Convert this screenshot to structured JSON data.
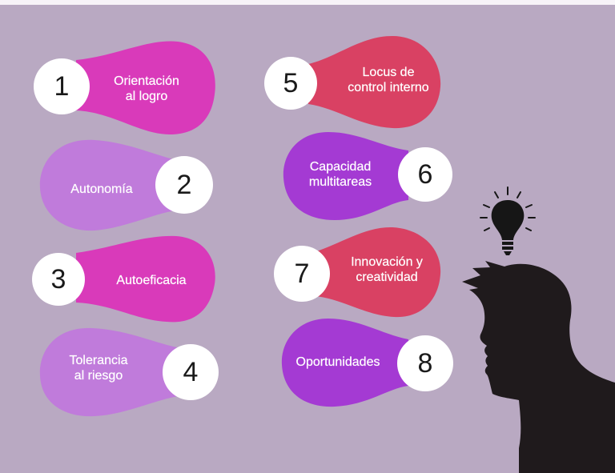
{
  "items": [
    {
      "number": "1",
      "label": "Orientación\nal logro",
      "color": "#d93aba"
    },
    {
      "number": "2",
      "label": "Autonomía",
      "color": "#c07bdb"
    },
    {
      "number": "3",
      "label": "Autoeficacia",
      "color": "#d93aba"
    },
    {
      "number": "4",
      "label": "Tolerancia\nal riesgo",
      "color": "#c07bdb"
    },
    {
      "number": "5",
      "label": "Locus de\ncontrol interno",
      "color": "#d94163"
    },
    {
      "number": "6",
      "label": "Capacidad\nmultitareas",
      "color": "#a43ad3"
    },
    {
      "number": "7",
      "label": "Innovación y\ncreatividad",
      "color": "#d94163"
    },
    {
      "number": "8",
      "label": "Oportunidades",
      "color": "#a43ad3"
    }
  ],
  "colors": {
    "background": "#b9a9c2",
    "silhouette": "#1f1a1c",
    "bulb": "#161616"
  },
  "icons": {
    "bulb": "lightbulb-icon",
    "head": "person-head-silhouette"
  }
}
